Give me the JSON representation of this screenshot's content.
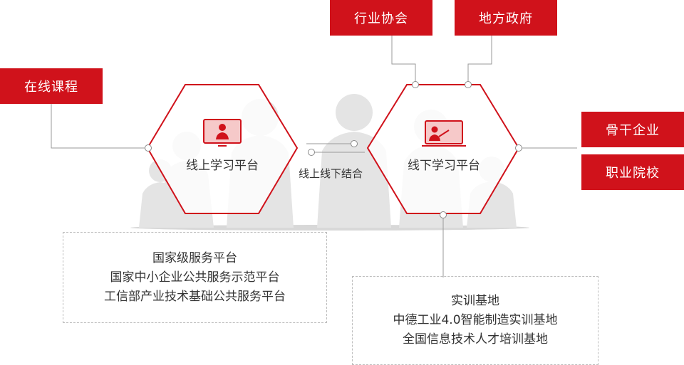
{
  "tags": {
    "online_courses": "在线课程",
    "industry_association": "行业协会",
    "local_government": "地方政府",
    "backbone_enterprise": "骨干企业",
    "vocational_college": "职业院校"
  },
  "hexagons": {
    "online_platform": {
      "label": "线上学习平台",
      "icon": "person-on-monitor-icon"
    },
    "offline_platform": {
      "label": "线下学习平台",
      "icon": "presenter-on-screen-icon"
    }
  },
  "connector_label": "线上线下结合",
  "online_box": {
    "lines": [
      "国家级服务平台",
      "国家中小企业公共服务示范平台",
      "工信部产业技术基础公共服务平台"
    ]
  },
  "offline_box": {
    "lines": [
      "实训基地",
      "中德工业4.0智能制造实训基地",
      "全国信息技术人才培训基地"
    ]
  },
  "colors": {
    "accent": "#d0121b",
    "icon_fill": "#f6c9c9",
    "line": "#999999",
    "silhouette": "#e6e6e6"
  }
}
